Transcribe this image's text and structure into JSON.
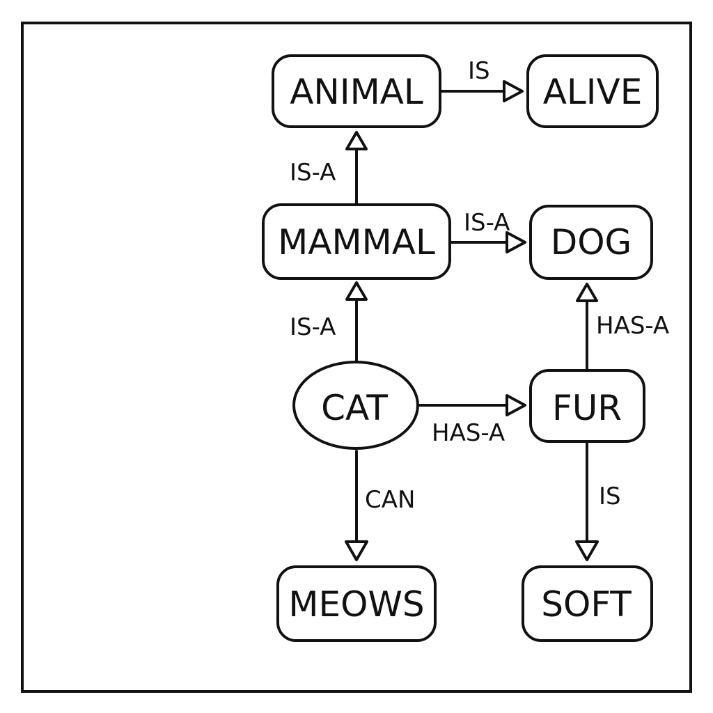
{
  "diagram": {
    "nodes": {
      "animal": "ANIMAL",
      "alive": "ALIVE",
      "mammal": "MAMMAL",
      "dog": "DOG",
      "cat": "CAT",
      "fur": "FUR",
      "meows": "MEOWS",
      "soft": "SOFT"
    },
    "edges": {
      "animal_alive": "IS",
      "mammal_animal": "IS-A",
      "mammal_dog": "IS-A",
      "cat_mammal": "IS-A",
      "fur_dog": "HAS-A",
      "cat_fur": "HAS-A",
      "cat_meows": "CAN",
      "fur_soft": "IS"
    }
  }
}
